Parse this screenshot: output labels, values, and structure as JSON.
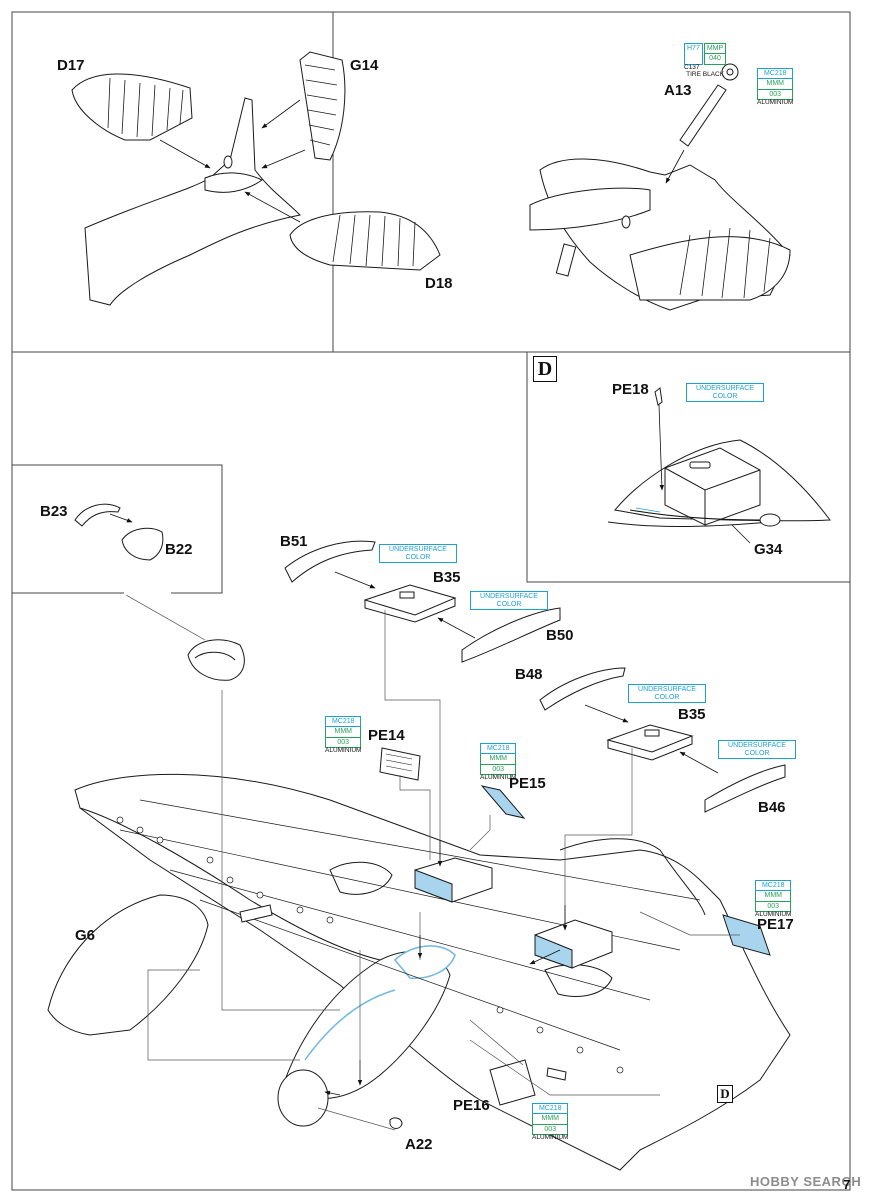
{
  "parts": {
    "d17": "D17",
    "g14": "G14",
    "d18": "D18",
    "a13": "A13",
    "pe18": "PE18",
    "g34": "G34",
    "b23": "B23",
    "b22": "B22",
    "b51": "B51",
    "b35_top": "B35",
    "b50": "B50",
    "b48": "B48",
    "b35_bottom": "B35",
    "b46": "B46",
    "pe14": "PE14",
    "pe15": "PE15",
    "pe17": "PE17",
    "pe16": "PE16",
    "g6": "G6",
    "a22": "A22"
  },
  "detail_marker": "D",
  "paint_callouts": {
    "a13_tire": {
      "codes": [
        "H77",
        "MMP",
        "040"
      ],
      "ref": "C137",
      "name": "TIRE BLACK"
    },
    "a13_metal": {
      "codes": [
        "MC218",
        "MMM",
        "003"
      ],
      "name": "ALUMINIUM"
    },
    "pe14": {
      "codes": [
        "MC218",
        "MMM",
        "003"
      ],
      "name": "ALUMINIUM"
    },
    "pe15": {
      "codes": [
        "MC218",
        "MMM",
        "003"
      ],
      "name": "ALUMINIUM"
    },
    "pe17": {
      "codes": [
        "MC218",
        "MMM",
        "003"
      ],
      "name": "ALUMINIUM"
    },
    "pe16": {
      "codes": [
        "MC218",
        "MMM",
        "003"
      ],
      "name": "ALUMINIUM"
    }
  },
  "undersurface": {
    "pe18": "UNDERSURFACE COLOR",
    "b51": "UNDERSURFACE COLOR",
    "b50": "UNDERSURFACE COLOR",
    "b48": "UNDERSURFACE COLOR",
    "b46": "UNDERSURFACE COLOR"
  },
  "watermark": "HOBBY SEARCH",
  "page_number": "7",
  "colors": {
    "line": "#1a1a1a",
    "paint_blue": "#1ea0d0",
    "paint_green": "#2aa05a",
    "part_fill": "#a8d4ee",
    "frame": "#444444"
  }
}
